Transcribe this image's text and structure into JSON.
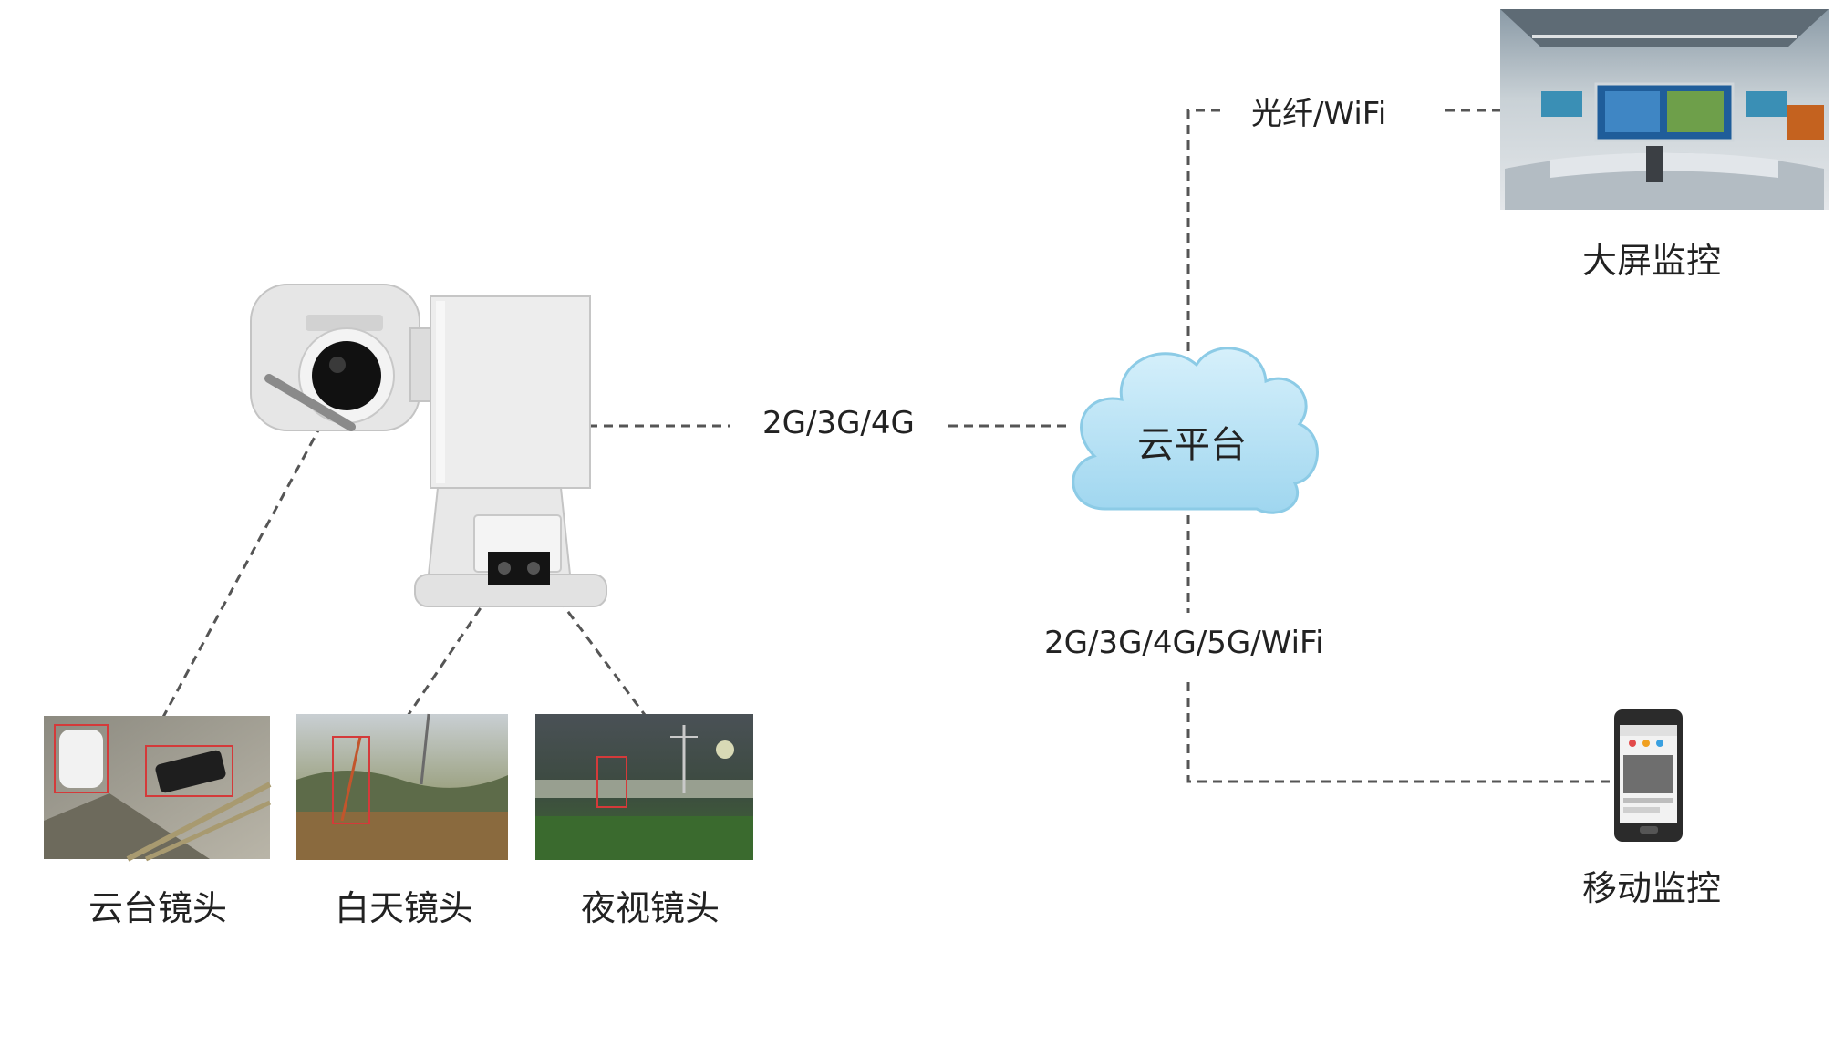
{
  "links": {
    "camera_to_cloud": "2G/3G/4G",
    "cloud_to_big_screen": "光纤/WiFi",
    "cloud_to_mobile": "2G/3G/4G/5G/WiFi"
  },
  "nodes": {
    "cloud": "云平台",
    "big_screen": "大屏监控",
    "mobile": "移动监控"
  },
  "lenses": [
    {
      "label": "云台镜头"
    },
    {
      "label": "白天镜头"
    },
    {
      "label": "夜视镜头"
    }
  ],
  "colors": {
    "line": "#555555",
    "cloud_fill": "#b8e2f4",
    "cloud_stroke": "#8ccbe6",
    "device_body": "#ececec"
  },
  "icons": [
    "ptz-camera-device-icon",
    "cloud-icon",
    "control-room-photo",
    "smartphone-icon"
  ]
}
